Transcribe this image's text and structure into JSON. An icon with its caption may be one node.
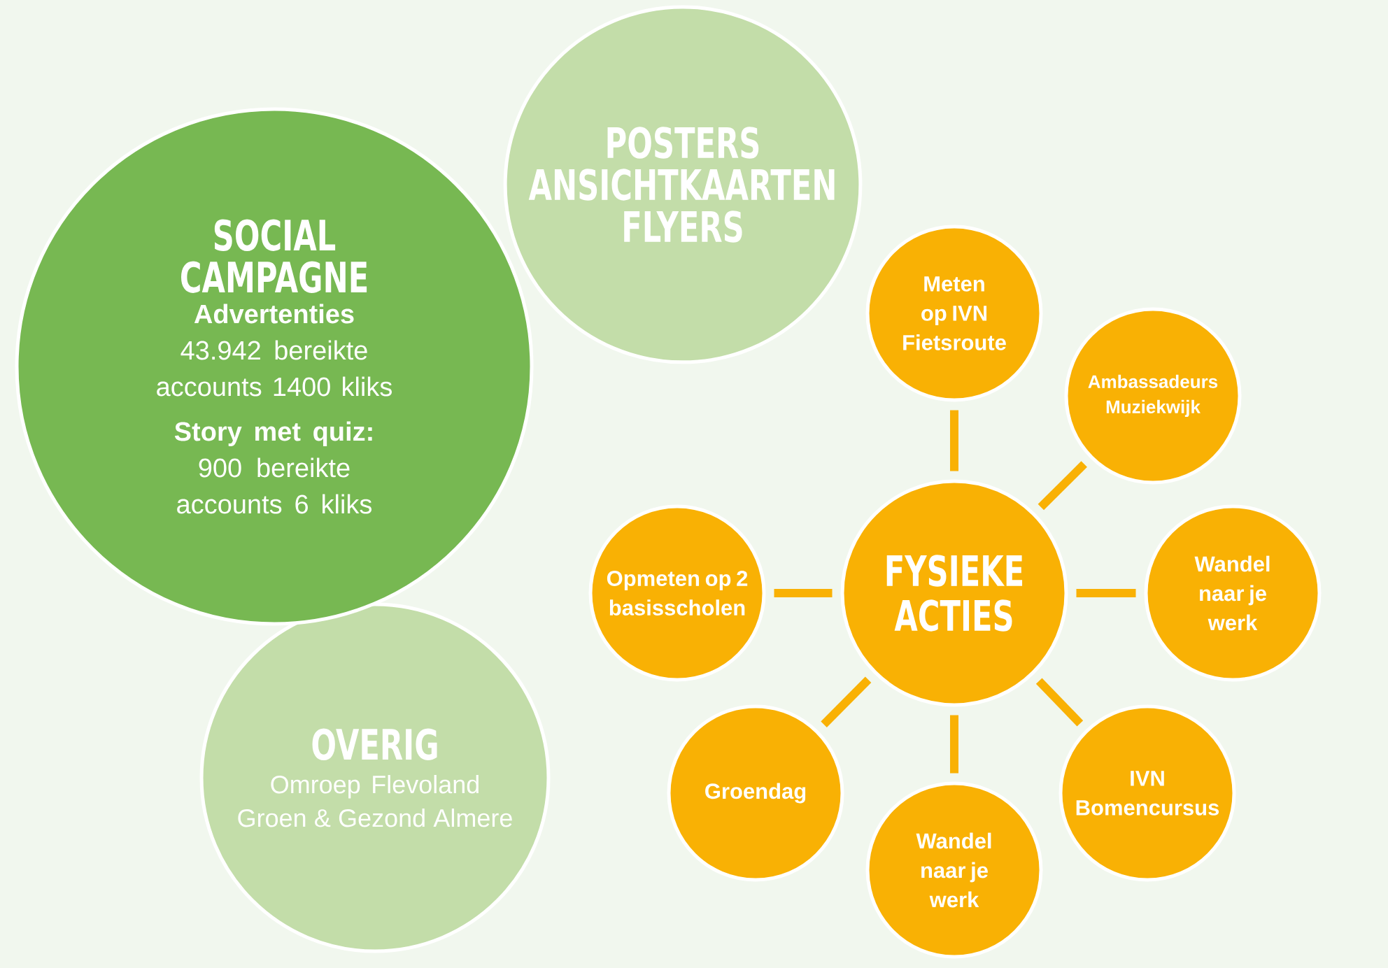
{
  "diagram": {
    "nodes": [
      {
        "text": [
          "SOCIAL CAMPAGNE",
          "Advertenties",
          "43.942 bereikte accounts 1400 kliks",
          "Story met quiz:",
          "900 bereikte accounts 6 kliks"
        ]
      },
      {
        "text": [
          "POSTERS ANSICHTKAARTEN FLYERS"
        ]
      },
      {
        "text": [
          "OVERIG",
          "Omroep Flevoland Groen & Gezond Almere"
        ]
      },
      {
        "text": [
          "FYSIEKE ACTIES"
        ]
      },
      {
        "text": [
          "Meten op IVN Fietsroute"
        ]
      },
      {
        "text": [
          "Ambassadeurs Muziekwijk"
        ]
      },
      {
        "text": [
          "Wandel naar je werk"
        ]
      },
      {
        "text": [
          "IVN Bomencursus"
        ]
      },
      {
        "text": [
          "Wandel naar je werk"
        ]
      },
      {
        "text": [
          "Groendag"
        ]
      },
      {
        "text": [
          "Opmeten op 2 basisscholen"
        ]
      }
    ],
    "edges": [
      {
        "from": 3,
        "to": 4,
        "arrow": "none"
      },
      {
        "from": 3,
        "to": 5,
        "arrow": "none"
      },
      {
        "from": 3,
        "to": 6,
        "arrow": "none"
      },
      {
        "from": 3,
        "to": 7,
        "arrow": "none"
      },
      {
        "from": 3,
        "to": 8,
        "arrow": "none"
      },
      {
        "from": 3,
        "to": 9,
        "arrow": "none"
      },
      {
        "from": 3,
        "to": 10,
        "arrow": "none"
      }
    ]
  }
}
